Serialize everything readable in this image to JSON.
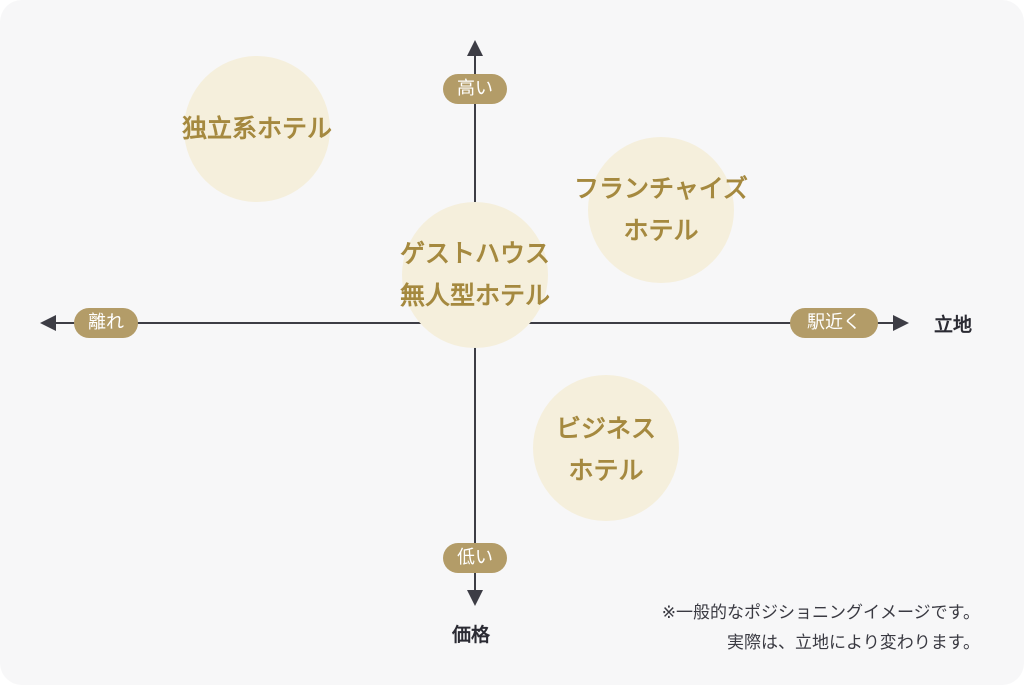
{
  "axes": {
    "vertical": {
      "name": "価格",
      "top_label": "高い",
      "bottom_label": "低い"
    },
    "horizontal": {
      "name": "立地",
      "left_label": "離れ",
      "right_label": "駅近く"
    }
  },
  "segments": [
    {
      "id": "independent",
      "lines": [
        "独立系ホテル"
      ],
      "price": "high",
      "location": "far"
    },
    {
      "id": "franchise",
      "lines": [
        "フランチャイズ",
        "ホテル"
      ],
      "price": "high",
      "location": "near"
    },
    {
      "id": "guesthouse",
      "lines": [
        "ゲストハウス",
        "無人型ホテル"
      ],
      "price": "middle",
      "location": "middle"
    },
    {
      "id": "business",
      "lines": [
        "ビジネス",
        "ホテル"
      ],
      "price": "low",
      "location": "near"
    }
  ],
  "note": {
    "line1": "※一般的なポジショニングイメージです。",
    "line2": "実際は、立地により変わります。"
  },
  "colors": {
    "background": "#f7f7f8",
    "axis": "#3d3d45",
    "pill": "#b39c68",
    "bubble": "#f5efdc",
    "bubble_text": "#a5893f"
  }
}
